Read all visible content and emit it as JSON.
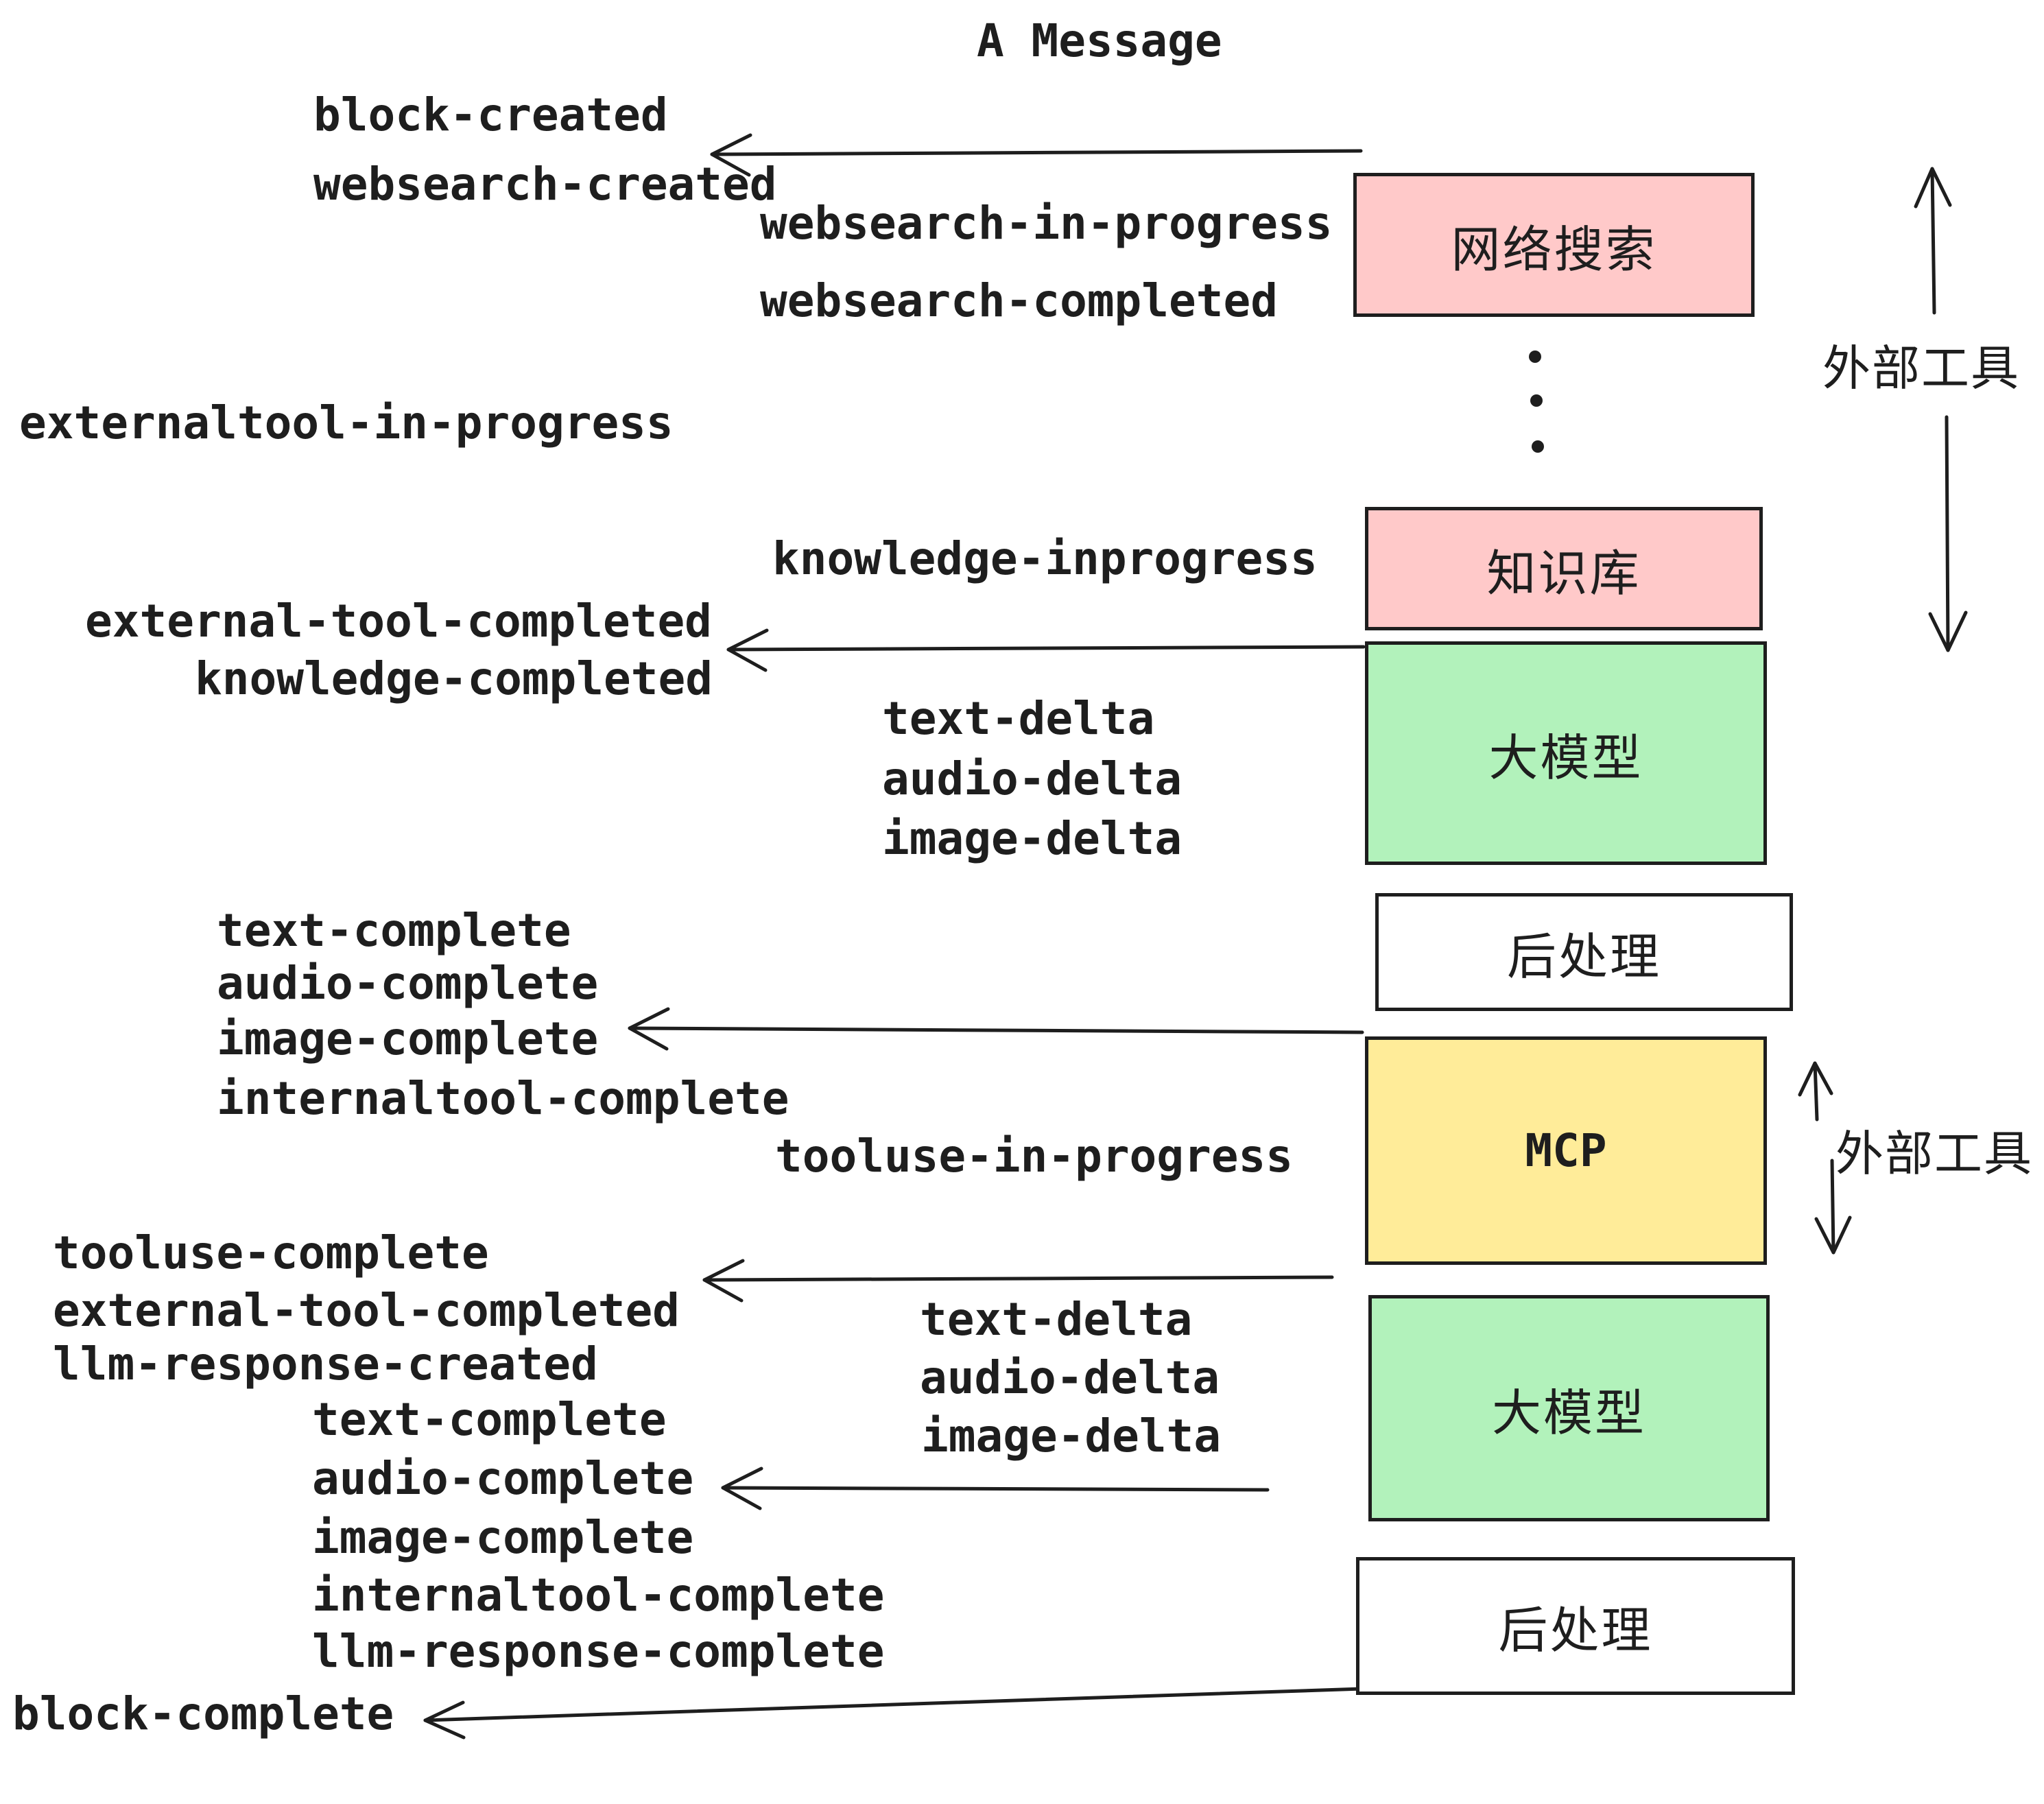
{
  "title": "A Message",
  "colors": {
    "external_tool_fill": "#ffc9c9",
    "llm_fill": "#b2f2bb",
    "mcp_fill": "#ffec99",
    "post_process_fill": "#ffffff",
    "stroke": "#1e1e1e"
  },
  "boxes": [
    {
      "id": "websearch",
      "label": "网络搜索"
    },
    {
      "id": "knowledge-base",
      "label": "知识库"
    },
    {
      "id": "llm-1",
      "label": "大模型"
    },
    {
      "id": "post-process-1",
      "label": "后处理"
    },
    {
      "id": "mcp",
      "label": "MCP"
    },
    {
      "id": "llm-2",
      "label": "大模型"
    },
    {
      "id": "post-process-2",
      "label": "后处理"
    }
  ],
  "annotations": [
    {
      "label": "外部工具"
    },
    {
      "label": "外部工具"
    }
  ],
  "events": [
    {
      "text": "block-created"
    },
    {
      "text": "websearch-created"
    },
    {
      "text": "websearch-in-progress"
    },
    {
      "text": "websearch-completed"
    },
    {
      "text": "externaltool-in-progress"
    },
    {
      "text": "knowledge-inprogress"
    },
    {
      "text": "external-tool-completed"
    },
    {
      "text": "knowledge-completed"
    },
    {
      "text": "text-delta"
    },
    {
      "text": "audio-delta"
    },
    {
      "text": "image-delta"
    },
    {
      "text": "text-complete"
    },
    {
      "text": "audio-complete"
    },
    {
      "text": "image-complete"
    },
    {
      "text": "internaltool-complete"
    },
    {
      "text": "tooluse-in-progress"
    },
    {
      "text": "tooluse-complete"
    },
    {
      "text": "external-tool-completed"
    },
    {
      "text": "llm-response-created"
    },
    {
      "text": "text-complete"
    },
    {
      "text": "audio-complete"
    },
    {
      "text": "image-complete"
    },
    {
      "text": "internaltool-complete"
    },
    {
      "text": "llm-response-complete"
    },
    {
      "text": "block-complete"
    }
  ]
}
